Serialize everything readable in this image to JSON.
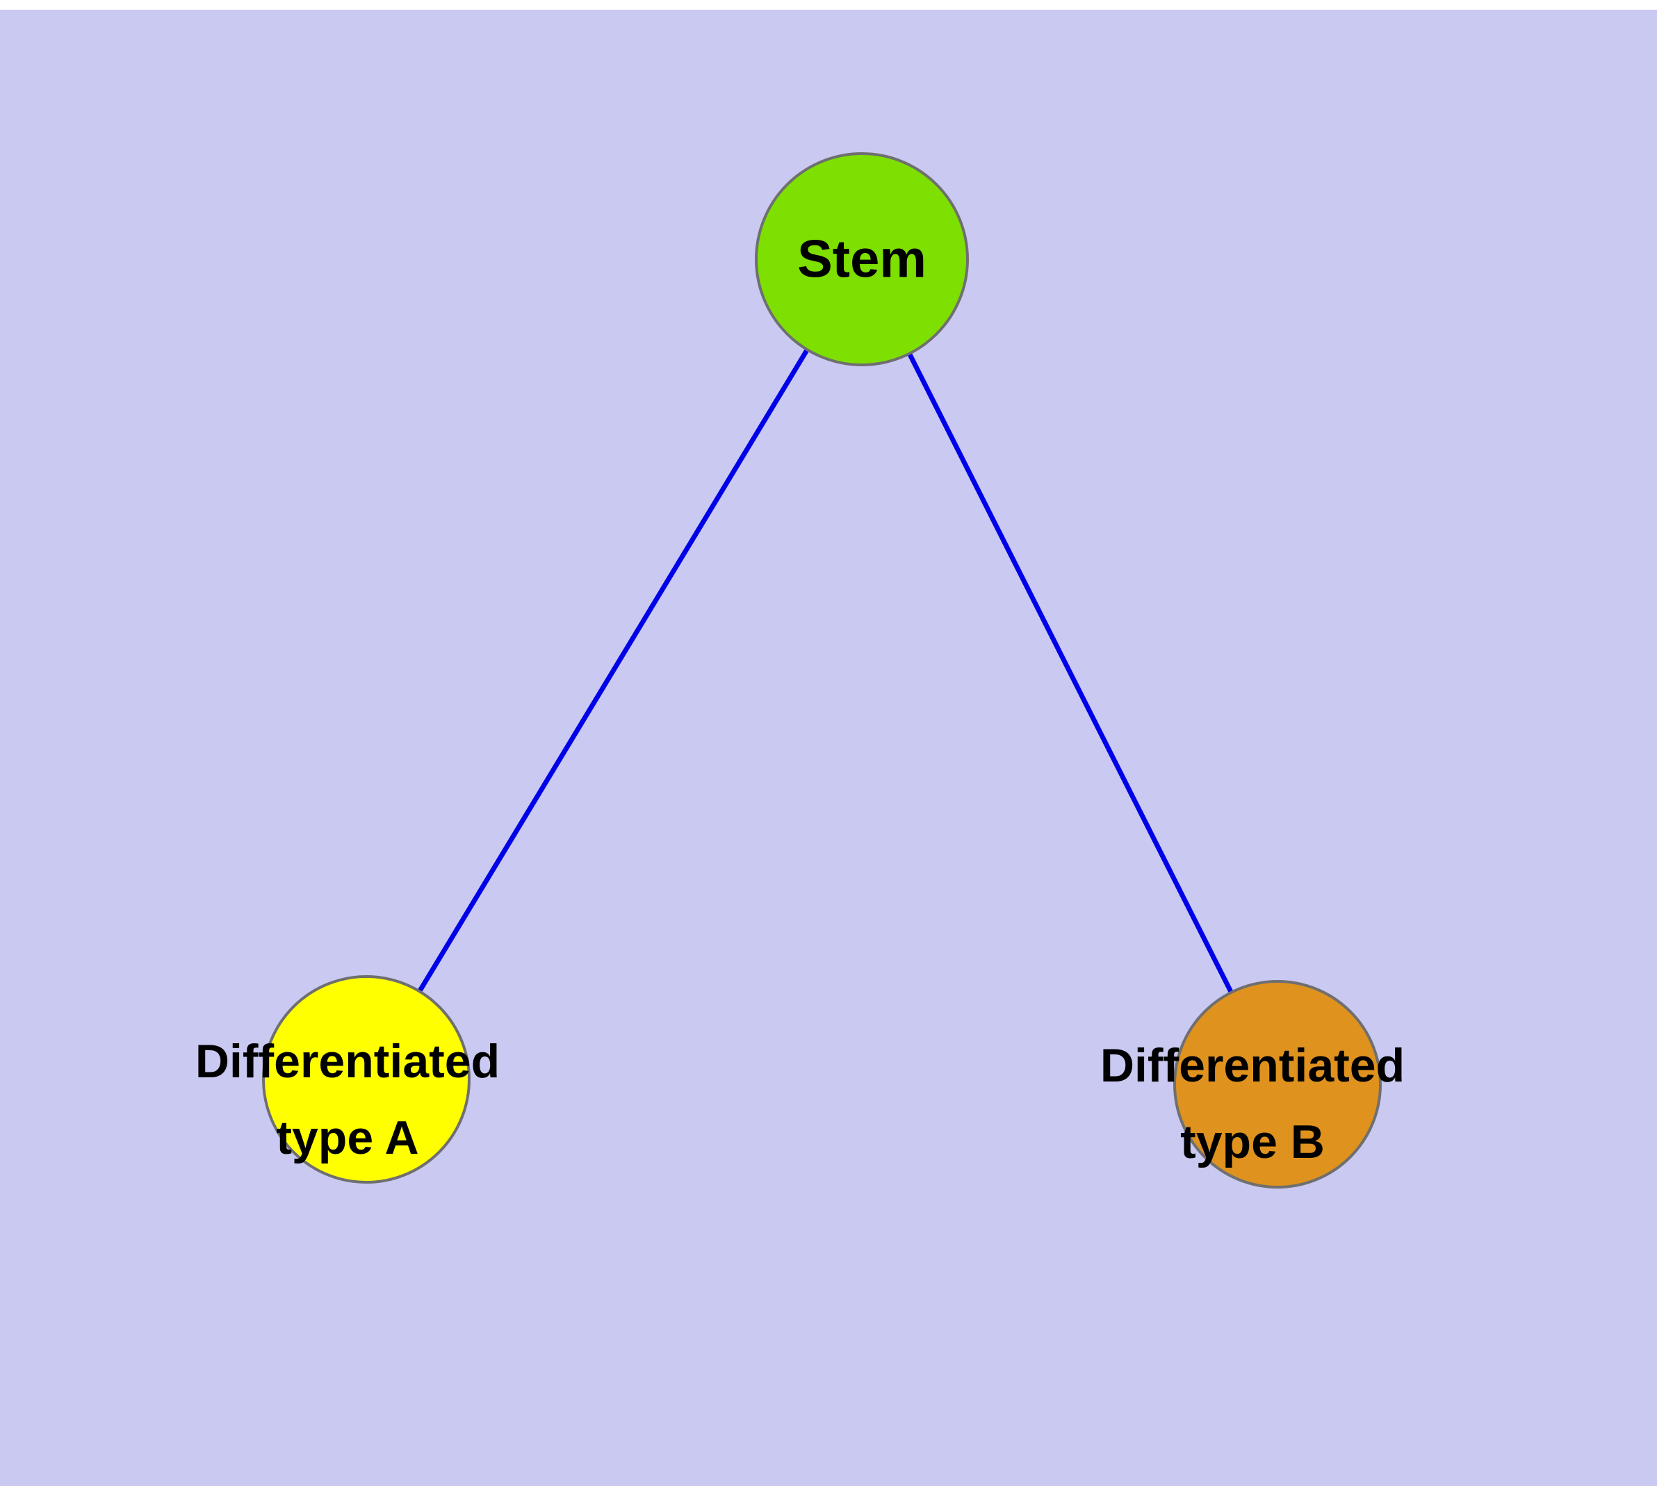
{
  "diagram": {
    "type": "node-link-diagram",
    "background_color": "#c9c9f2",
    "top_strip_color": "#ffffff",
    "edge_color": "#0000e8",
    "node_border_color": "#6f6f6f",
    "nodes": {
      "stem": {
        "label": "Stem",
        "color": "#7de000"
      },
      "type_a": {
        "label_line1": "Differentiated",
        "label_line2": "type A",
        "color": "#ffff00"
      },
      "type_b": {
        "label_line1": "Differentiated",
        "label_line2": "type B",
        "color": "#e0921e"
      }
    },
    "edges": [
      {
        "from": "stem",
        "to": "type_a"
      },
      {
        "from": "stem",
        "to": "type_b"
      }
    ]
  }
}
